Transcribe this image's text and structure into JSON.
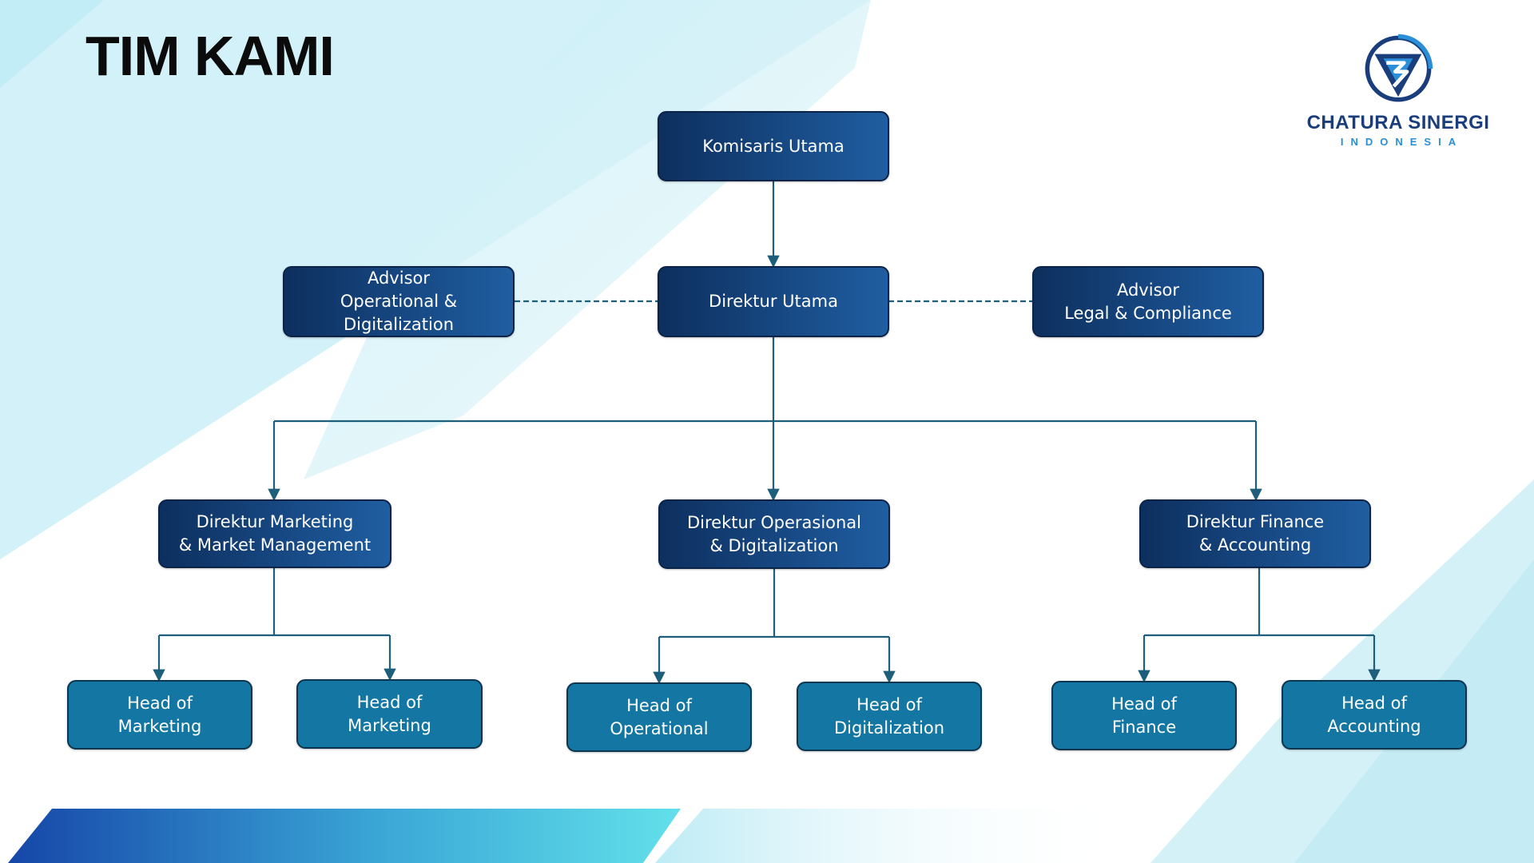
{
  "header": {
    "title": "TIM KAMI"
  },
  "logo": {
    "icon": "chatura-sinergi-logo-icon",
    "name": "CHATURA SINERGI",
    "subtitle": "INDONESIA",
    "colors": {
      "primary": "#1a3e7c",
      "accent": "#2a8fd6"
    }
  },
  "org_chart": {
    "top": {
      "label": "Komisaris Utama"
    },
    "ceo": {
      "label": "Direktur Utama"
    },
    "advisors": [
      {
        "label": "Advisor\nOperational &\nDigitalization"
      },
      {
        "label": "Advisor\nLegal & Compliance"
      }
    ],
    "directors": [
      {
        "label": "Direktur Marketing\n& Market Management"
      },
      {
        "label": "Direktur Operasional\n& Digitalization"
      },
      {
        "label": "Direktur Finance\n& Accounting"
      }
    ],
    "heads": [
      {
        "label": "Head of\nMarketing"
      },
      {
        "label": "Head of\nMarketing"
      },
      {
        "label": "Head of\nOperational"
      },
      {
        "label": "Head of\nDigitalization"
      },
      {
        "label": "Head of\nFinance"
      },
      {
        "label": "Head of\nAccounting"
      }
    ],
    "colors": {
      "executive_box": "#184b87",
      "head_box": "#1476a2",
      "connector": "#1d5f7a"
    }
  }
}
